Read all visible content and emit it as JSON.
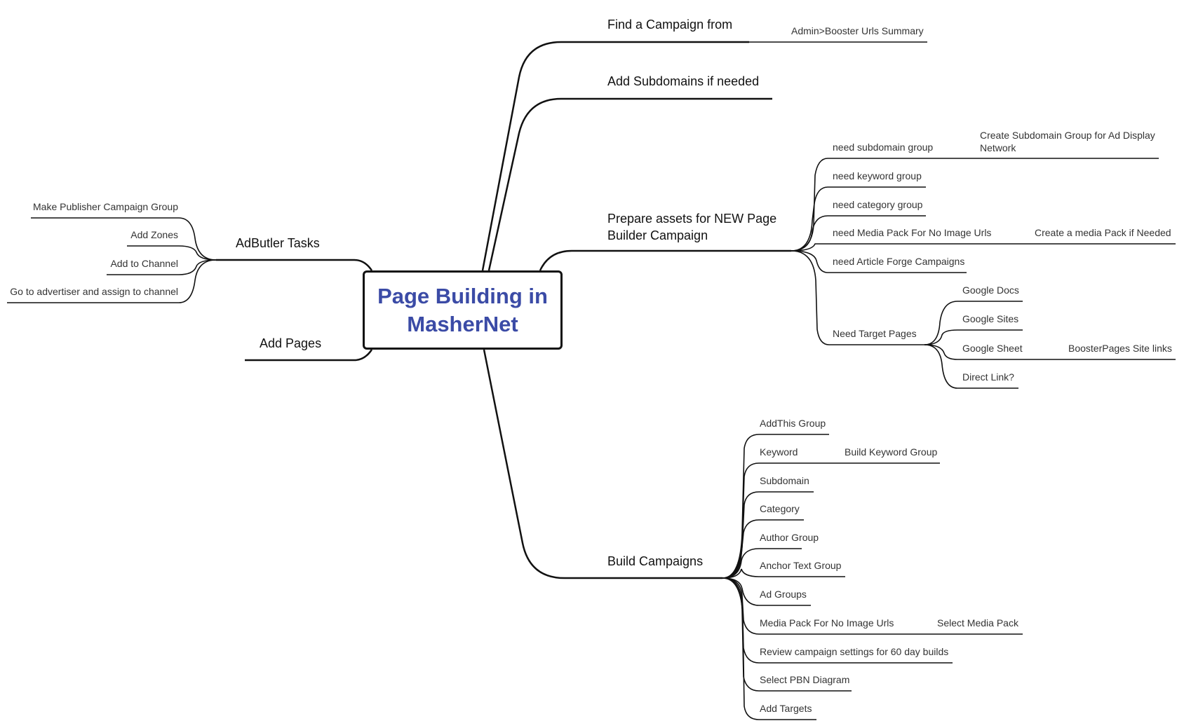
{
  "central": {
    "title": "Page Building in MasherNet"
  },
  "branches": {
    "find_campaign": {
      "label": "Find a Campaign from",
      "child": "Admin>Booster Urls Summary"
    },
    "add_subdomains": {
      "label": "Add Subdomains if needed"
    },
    "prepare_assets": {
      "label": "Prepare assets for NEW Page Builder Campaign",
      "children": {
        "subdomain_group": {
          "label": "need subdomain group",
          "child": "Create Subdomain Group for Ad Display Network"
        },
        "keyword_group": {
          "label": "need keyword group"
        },
        "category_group": {
          "label": "need category group"
        },
        "media_pack": {
          "label": "need Media Pack For No Image Urls",
          "child": "Create a media Pack if Needed"
        },
        "article_forge": {
          "label": "need Article Forge Campaigns"
        },
        "target_pages": {
          "label": "Need Target Pages",
          "google_docs": "Google Docs",
          "google_sites": "Google Sites",
          "google_sheet": "Google Sheet",
          "booster_pages": "BoosterPages Site links",
          "direct_link": "Direct Link?"
        }
      }
    },
    "build_campaigns": {
      "label": "Build Campaigns",
      "children": {
        "addthis": "AddThis Group",
        "keyword": "Keyword",
        "build_keyword_group": "Build Keyword Group",
        "subdomain": "Subdomain",
        "category": "Category",
        "author_group": "Author Group",
        "anchor_text_group": "Anchor Text Group",
        "ad_groups": "Ad Groups",
        "media_pack": "Media Pack For No Image Urls",
        "select_media_pack": "Select Media Pack",
        "review_settings": "Review campaign settings for 60 day builds",
        "pbn_diagram": "Select PBN Diagram",
        "add_targets": "Add Targets"
      }
    },
    "adbutler": {
      "label": "AdButler Tasks",
      "children": {
        "publisher_group": "Make Publisher Campaign Group",
        "add_zones": "Add Zones",
        "add_channel": "Add to Channel",
        "advertiser": "Go to advertiser and assign to channel"
      }
    },
    "add_pages": {
      "label": "Add Pages"
    }
  },
  "colors": {
    "title": "#3b4ba6",
    "line": "#111111",
    "text": "#333333"
  }
}
